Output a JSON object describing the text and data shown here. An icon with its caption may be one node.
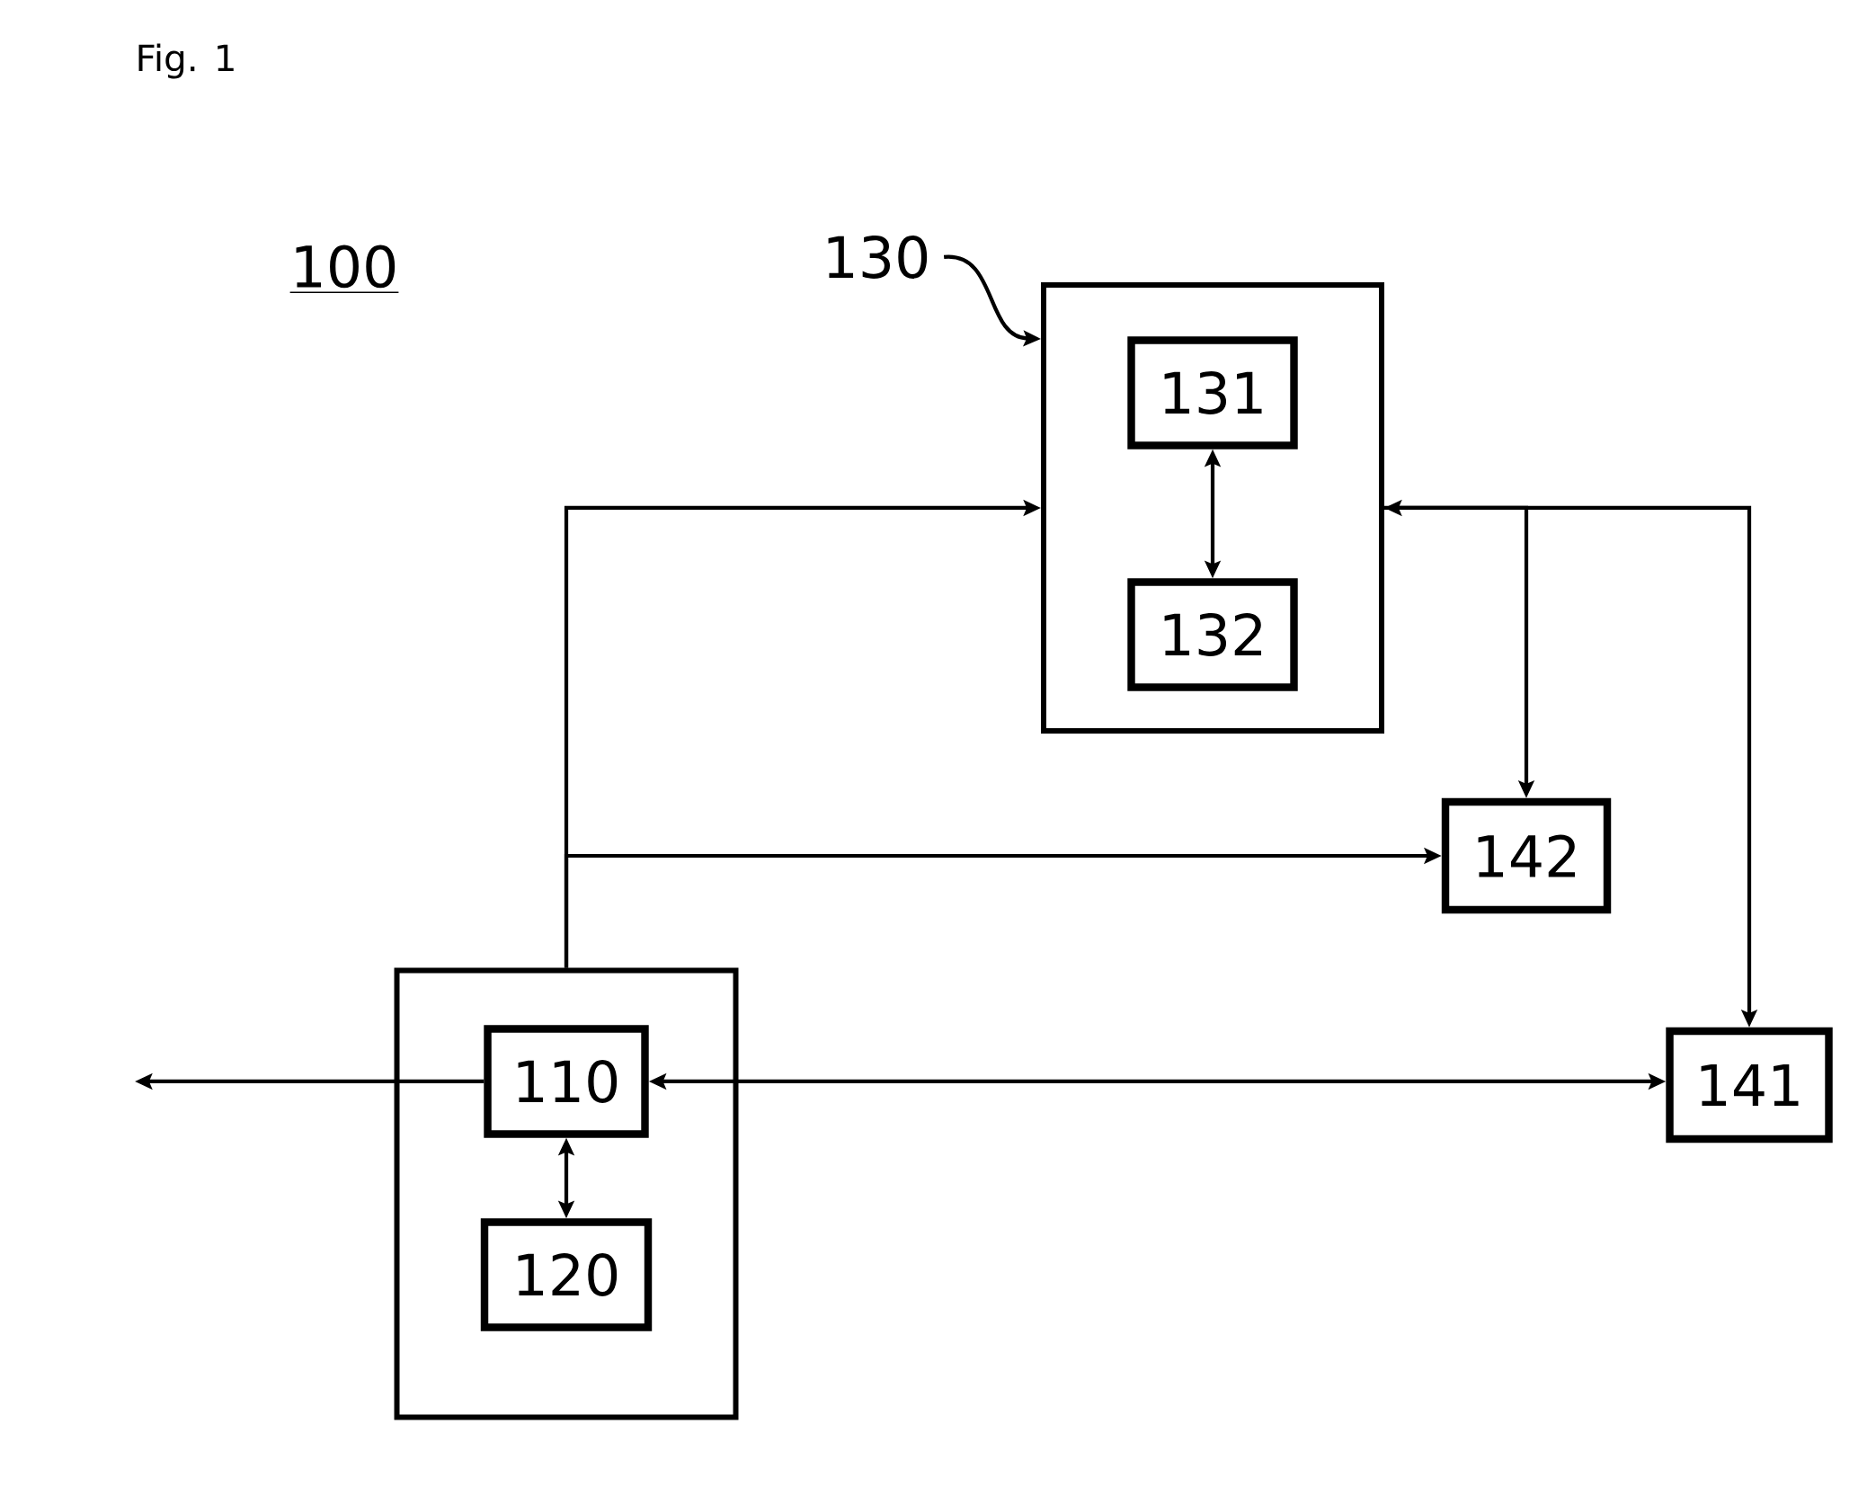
{
  "diagram": {
    "title": "Fig. 1",
    "nodes": [
      {
        "text": [
          "130"
        ]
      },
      {
        "text": [],
        "shape": "box"
      },
      {
        "text": [
          "131"
        ],
        "in": 1
      },
      {
        "text": [
          "132"
        ],
        "in": 1
      },
      {
        "text": [
          "142"
        ]
      },
      {
        "text": [],
        "shape": "box"
      },
      {
        "text": [
          "110"
        ],
        "in": 5
      },
      {
        "text": [
          "120"
        ],
        "in": 5
      },
      {
        "text": [
          "141"
        ]
      }
    ],
    "edges": [
      {
        "from": 0,
        "to": 1,
        "arrow": "to"
      },
      {
        "from": 2,
        "to": 3,
        "arrow": "both"
      },
      {
        "from": 5,
        "to": 1,
        "arrow": "to"
      },
      {
        "from": 5,
        "to": 4,
        "arrow": "to"
      },
      {
        "from": 1,
        "to": 4,
        "arrow": "both"
      },
      {
        "from": 1,
        "to": 8,
        "arrow": "to"
      },
      {
        "from": 6,
        "to": 7,
        "arrow": "both"
      },
      {
        "from": 6,
        "to": 8,
        "arrow": "both"
      },
      {
        "from": 6,
        "to": null,
        "arrow": "to"
      }
    ],
    "labels": [
      "100"
    ]
  }
}
